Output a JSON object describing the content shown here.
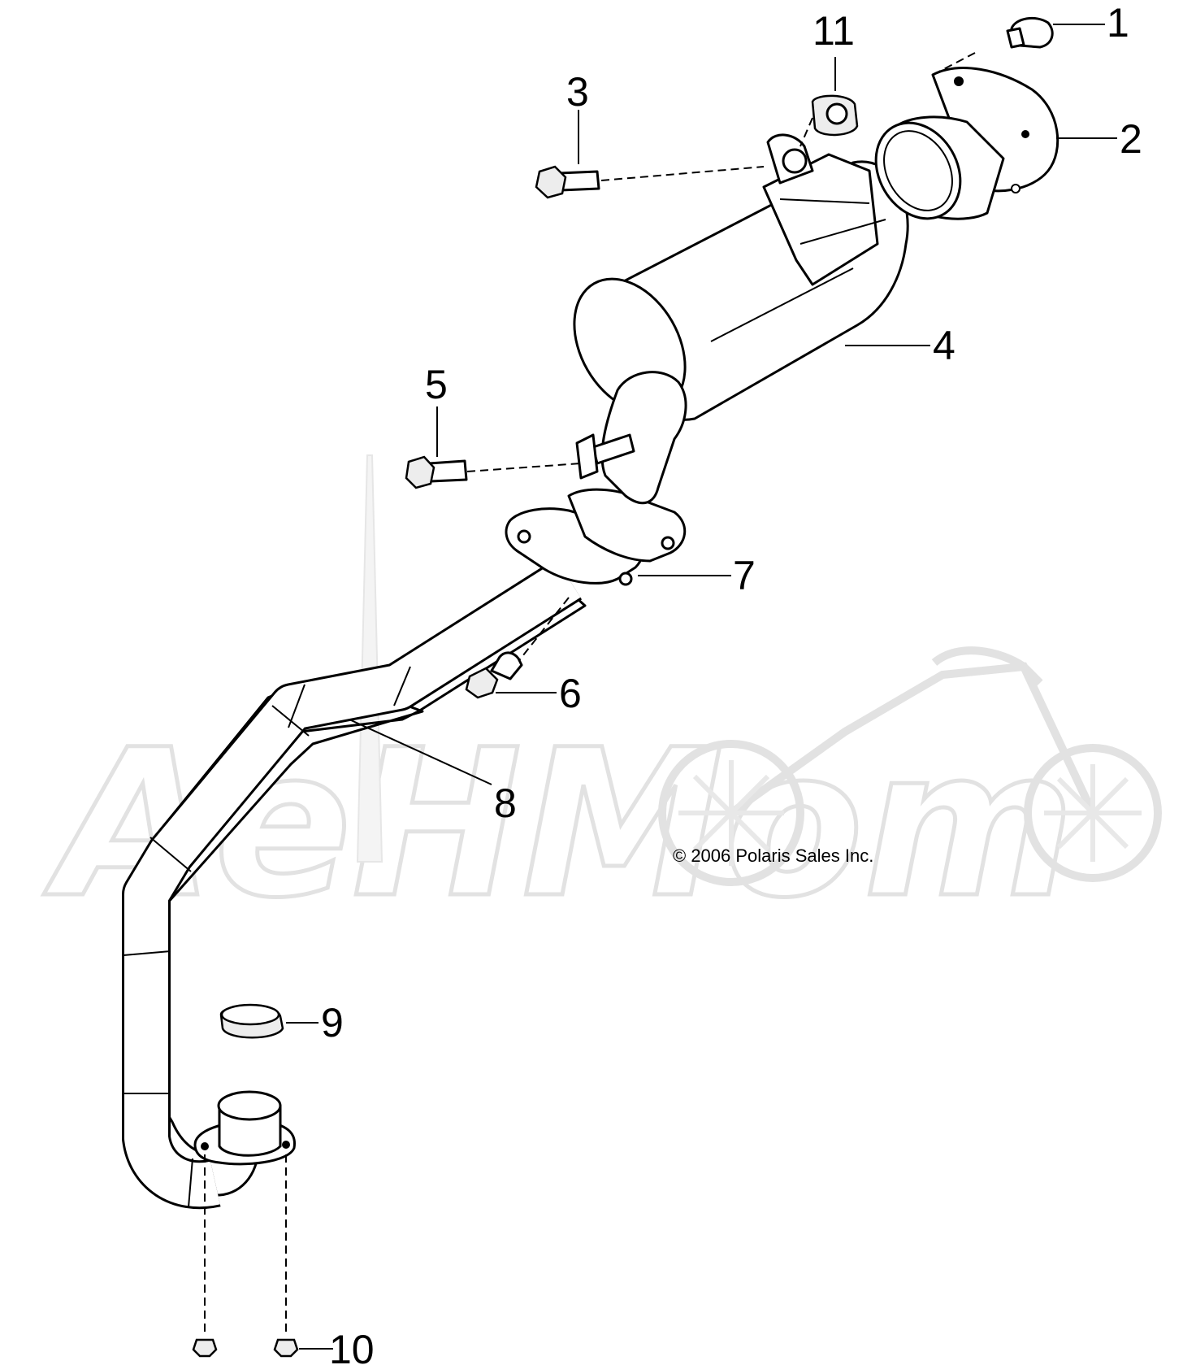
{
  "copyright": "© 2006 Polaris Sales Inc.",
  "watermark": "AeHMom",
  "callouts": [
    {
      "id": "1",
      "label": "1"
    },
    {
      "id": "2",
      "label": "2"
    },
    {
      "id": "3",
      "label": "3"
    },
    {
      "id": "4",
      "label": "4"
    },
    {
      "id": "5",
      "label": "5"
    },
    {
      "id": "6",
      "label": "6"
    },
    {
      "id": "7",
      "label": "7"
    },
    {
      "id": "8",
      "label": "8"
    },
    {
      "id": "9",
      "label": "9"
    },
    {
      "id": "10",
      "label": "10"
    },
    {
      "id": "11",
      "label": "11"
    }
  ]
}
